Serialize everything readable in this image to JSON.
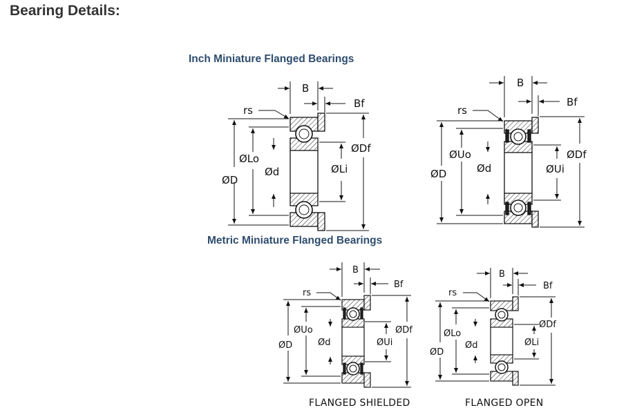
{
  "page": {
    "title": "Bearing Details:"
  },
  "sections": {
    "inch_title": "Inch Miniature Flanged Bearings",
    "metric_title": "Metric Miniature Flanged Bearings"
  },
  "diagrams": {
    "inch_open": {
      "B": "B",
      "Bf": "Bf",
      "rs": "rs",
      "D": "ØD",
      "Lo": "ØLo",
      "d": "Ød",
      "Li": "ØLi",
      "Df": "ØDf"
    },
    "inch_shielded": {
      "B": "B",
      "Bf": "Bf",
      "rs": "rs",
      "D": "ØD",
      "Uo": "ØUo",
      "d": "Ød",
      "Ui": "ØUi",
      "Df": "ØDf"
    },
    "metric_shielded": {
      "B": "B",
      "Bf": "Bf",
      "rs": "rs",
      "D": "ØD",
      "Uo": "ØUo",
      "d": "Ød",
      "Ui": "ØUi",
      "Df": "ØDf",
      "caption": "FLANGED SHIELDED"
    },
    "metric_open": {
      "B": "B",
      "Bf": "Bf",
      "rs": "rs",
      "D": "ØD",
      "Lo": "ØLo",
      "d": "Ød",
      "Li": "ØLi",
      "Df": "ØDf",
      "caption": "FLANGED OPEN"
    }
  }
}
